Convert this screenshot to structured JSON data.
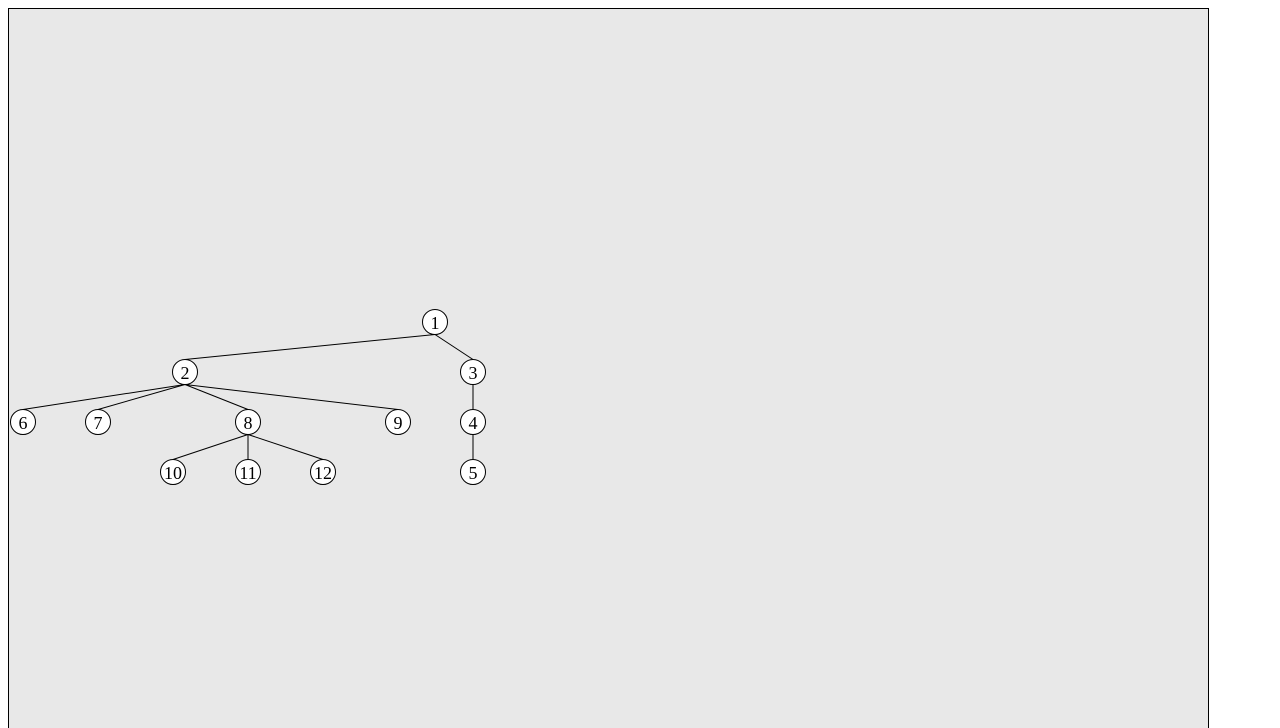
{
  "tree": {
    "nodes": [
      {
        "id": "1",
        "label": "1",
        "children": [
          "2",
          "3"
        ]
      },
      {
        "id": "2",
        "label": "2",
        "children": [
          "6",
          "7",
          "8",
          "9"
        ]
      },
      {
        "id": "3",
        "label": "3",
        "children": [
          "4"
        ]
      },
      {
        "id": "4",
        "label": "4",
        "children": [
          "5"
        ]
      },
      {
        "id": "5",
        "label": "5",
        "children": []
      },
      {
        "id": "6",
        "label": "6",
        "children": []
      },
      {
        "id": "7",
        "label": "7",
        "children": []
      },
      {
        "id": "8",
        "label": "8",
        "children": [
          "10",
          "11",
          "12"
        ]
      },
      {
        "id": "9",
        "label": "9",
        "children": []
      },
      {
        "id": "10",
        "label": "10",
        "children": []
      },
      {
        "id": "11",
        "label": "11",
        "children": []
      },
      {
        "id": "12",
        "label": "12",
        "children": []
      }
    ]
  },
  "colors": {
    "canvas_background": "#e8e8e8",
    "node_fill": "#ffffff",
    "stroke": "#000000"
  }
}
